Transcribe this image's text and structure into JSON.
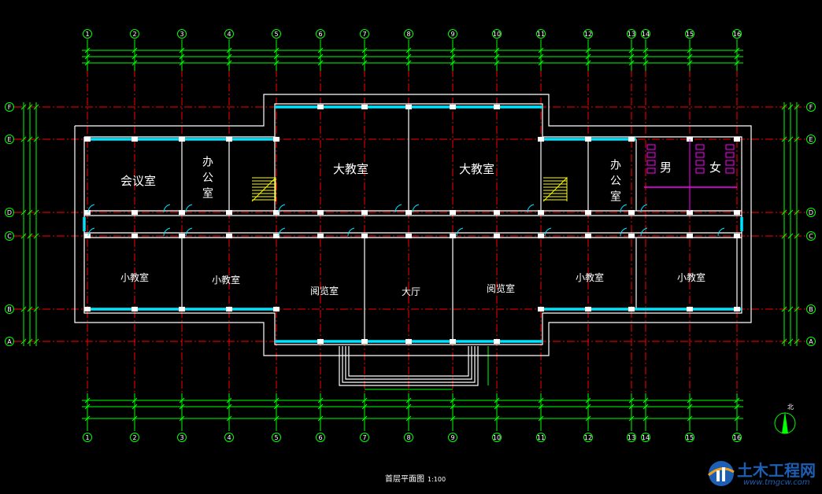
{
  "colors": {
    "background": "#000000",
    "grid": "#ff0000",
    "wall": "#ffffff",
    "dimension": "#00ff00",
    "window": "#00e5ff",
    "fixture": "#ff00ff",
    "stair": "#ffff00"
  },
  "axes": {
    "columns": [
      "1",
      "2",
      "3",
      "4",
      "5",
      "6",
      "7",
      "8",
      "9",
      "10",
      "11",
      "12",
      "13",
      "14",
      "15",
      "16"
    ],
    "rows": [
      "F",
      "E",
      "D",
      "C",
      "B",
      "A"
    ]
  },
  "rooms": [
    {
      "id": "meeting",
      "name": "会议室"
    },
    {
      "id": "office-left",
      "name": "办公室"
    },
    {
      "id": "classroom-big-1",
      "name": "大教室"
    },
    {
      "id": "classroom-big-2",
      "name": "大教室"
    },
    {
      "id": "office-right",
      "name": "办公室"
    },
    {
      "id": "toilet-men",
      "name": "男"
    },
    {
      "id": "toilet-women",
      "name": "女"
    },
    {
      "id": "classroom-small-1",
      "name": "小教室"
    },
    {
      "id": "classroom-small-2",
      "name": "小教室"
    },
    {
      "id": "reading-1",
      "name": "阅览室"
    },
    {
      "id": "hall",
      "name": "大厅"
    },
    {
      "id": "reading-2",
      "name": "阅览室"
    },
    {
      "id": "classroom-small-3",
      "name": "小教室"
    },
    {
      "id": "classroom-small-4",
      "name": "小教室"
    }
  ],
  "drawing": {
    "title": "首层平面图",
    "scale": "1:100"
  },
  "north": {
    "label": "北"
  },
  "watermark": {
    "name": "土木工程网",
    "url": "www.tmgcw.com"
  }
}
